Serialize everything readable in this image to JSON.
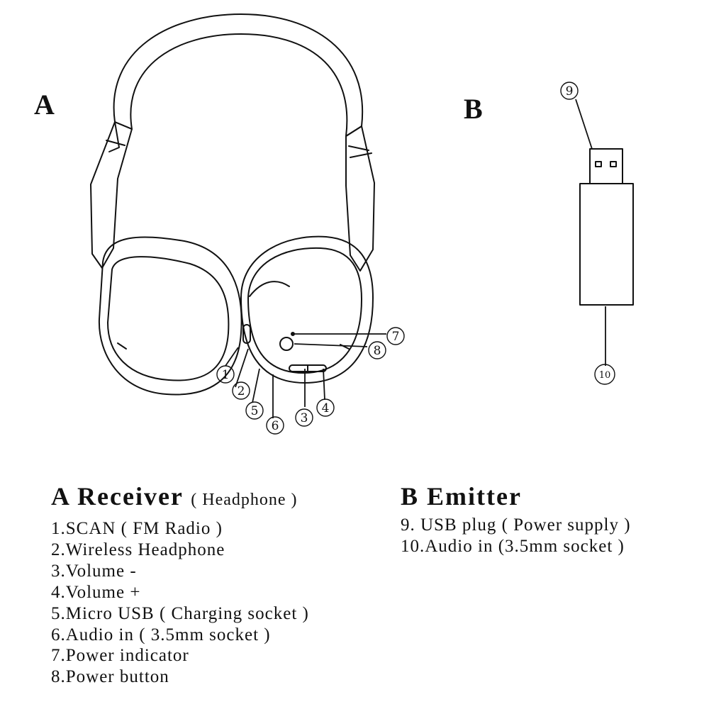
{
  "section_a": {
    "letter": "A",
    "title": "A  Receiver",
    "subtitle": "( Headphone )",
    "items": [
      "1.SCAN ( FM Radio )",
      "2.Wireless Headphone",
      "3.Volume -",
      "4.Volume +",
      "5.Micro USB ( Charging socket )",
      "6.Audio in ( 3.5mm  socket )",
      "7.Power indicator",
      "8.Power button"
    ]
  },
  "section_b": {
    "letter": "B",
    "title": "B  Emitter",
    "items": [
      "9. USB plug ( Power supply )",
      "10.Audio in (3.5mm socket )"
    ]
  },
  "callouts": [
    "1",
    "2",
    "3",
    "4",
    "5",
    "6",
    "7",
    "8",
    "9",
    "10"
  ]
}
